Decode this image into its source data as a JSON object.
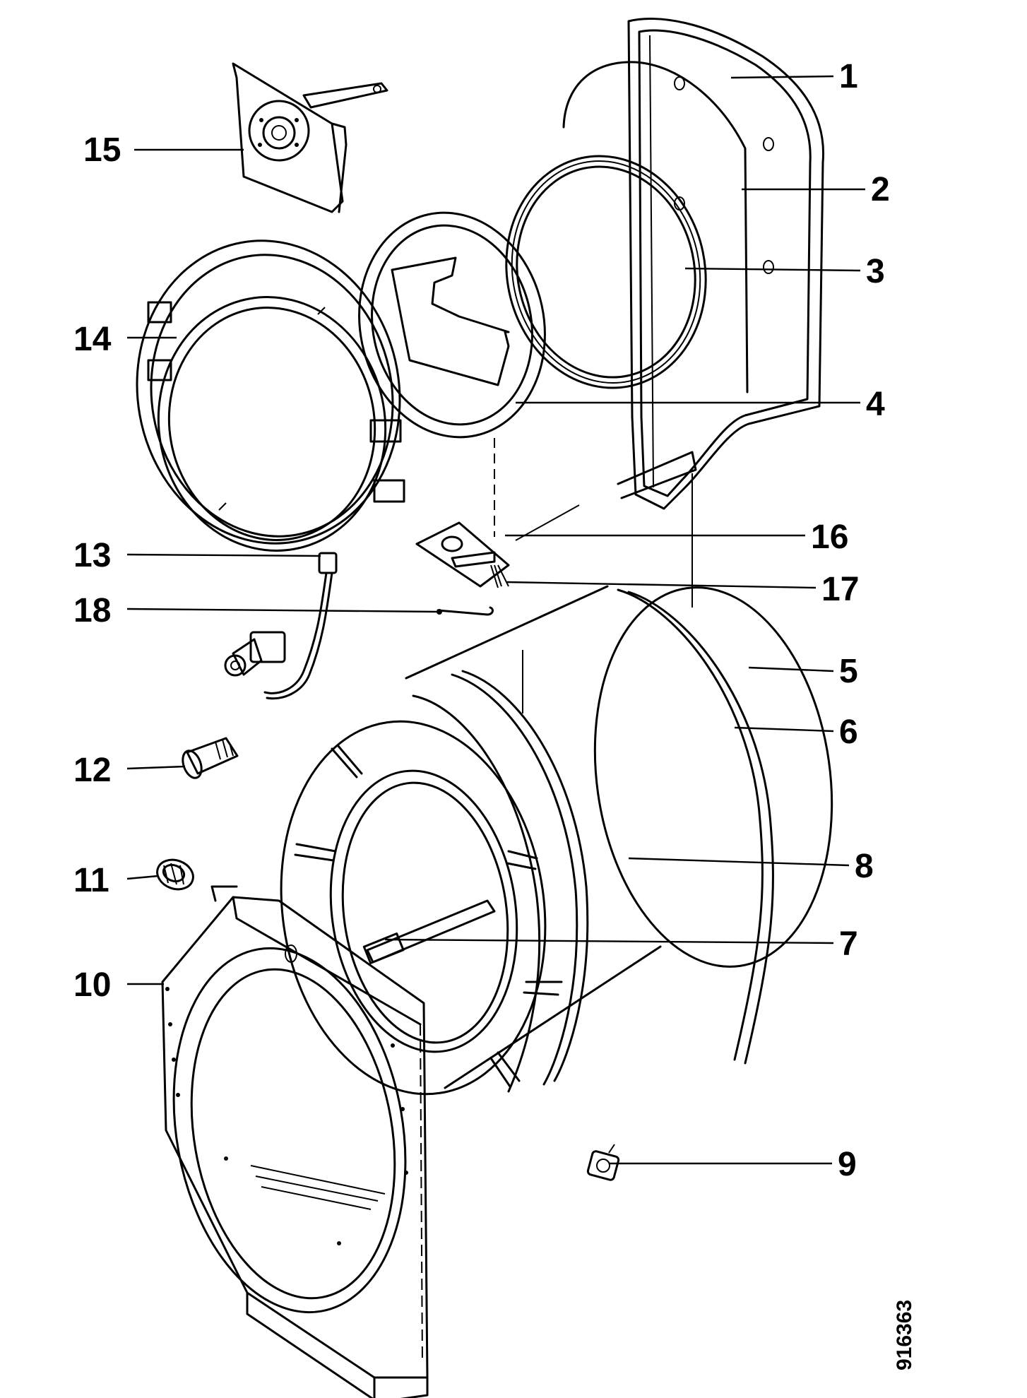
{
  "callouts": [
    {
      "id": "1",
      "label": "1"
    },
    {
      "id": "2",
      "label": "2"
    },
    {
      "id": "3",
      "label": "3"
    },
    {
      "id": "4",
      "label": "4"
    },
    {
      "id": "5",
      "label": "5"
    },
    {
      "id": "6",
      "label": "6"
    },
    {
      "id": "7",
      "label": "7"
    },
    {
      "id": "8",
      "label": "8"
    },
    {
      "id": "9",
      "label": "9"
    },
    {
      "id": "10",
      "label": "10"
    },
    {
      "id": "11",
      "label": "11"
    },
    {
      "id": "12",
      "label": "12"
    },
    {
      "id": "13",
      "label": "13"
    },
    {
      "id": "14",
      "label": "14"
    },
    {
      "id": "15",
      "label": "15"
    },
    {
      "id": "16",
      "label": "16"
    },
    {
      "id": "17",
      "label": "17"
    },
    {
      "id": "18",
      "label": "18"
    }
  ],
  "reference_code": "916363"
}
